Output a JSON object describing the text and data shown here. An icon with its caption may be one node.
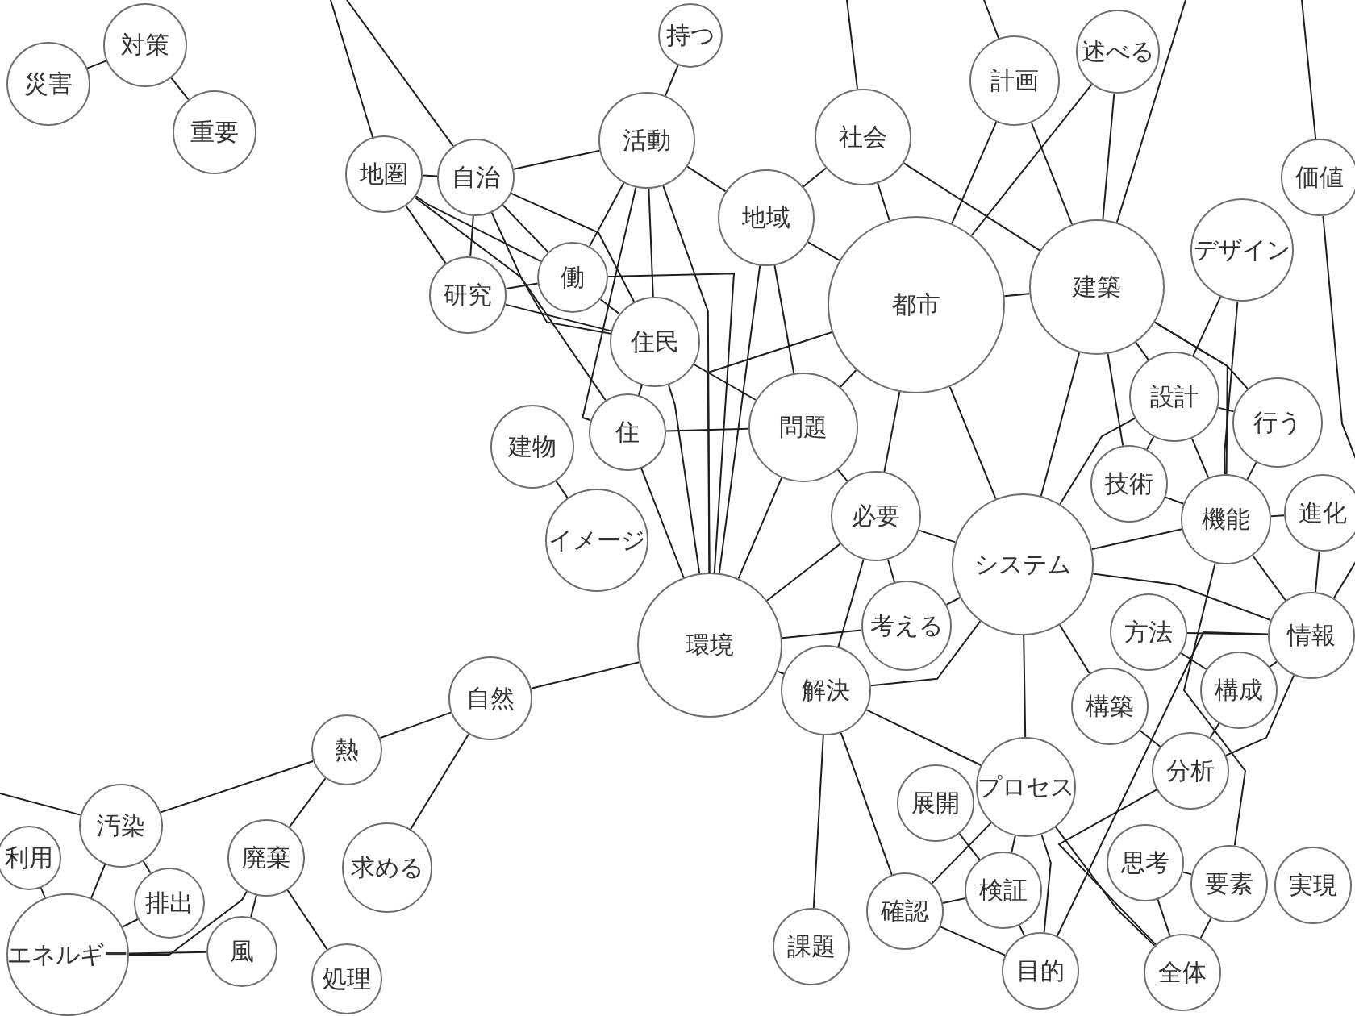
{
  "diagram": {
    "nodes": [
      {
        "text": [
          "対策"
        ]
      },
      {
        "text": [
          "災害"
        ]
      },
      {
        "text": [
          "重要"
        ]
      },
      {
        "text": [
          "持つ"
        ]
      },
      {
        "text": [
          "地圏"
        ]
      },
      {
        "text": [
          "自治"
        ]
      },
      {
        "text": [
          "活動"
        ]
      },
      {
        "text": [
          "社会"
        ]
      },
      {
        "text": [
          "地域"
        ]
      },
      {
        "text": [
          "計画"
        ]
      },
      {
        "text": [
          "述べる"
        ]
      },
      {
        "text": [
          "都市"
        ]
      },
      {
        "text": [
          "建築"
        ]
      },
      {
        "text": [
          "デザイン"
        ]
      },
      {
        "text": [
          "価値"
        ]
      },
      {
        "text": [
          "研究"
        ]
      },
      {
        "text": [
          "働"
        ]
      },
      {
        "text": [
          "住民"
        ]
      },
      {
        "text": [
          "住"
        ]
      },
      {
        "text": [
          "問題"
        ]
      },
      {
        "text": [
          "設計"
        ]
      },
      {
        "text": [
          "行う"
        ]
      },
      {
        "text": [
          "建物"
        ]
      },
      {
        "text": [
          "イメージ"
        ]
      },
      {
        "text": [
          "必要"
        ]
      },
      {
        "text": [
          "技術"
        ]
      },
      {
        "text": [
          "機能"
        ]
      },
      {
        "text": [
          "進化"
        ]
      },
      {
        "text": [
          "システム"
        ]
      },
      {
        "text": [
          "環境"
        ]
      },
      {
        "text": [
          "考える"
        ]
      },
      {
        "text": [
          "解決"
        ]
      },
      {
        "text": [
          "方法"
        ]
      },
      {
        "text": [
          "情報"
        ]
      },
      {
        "text": [
          "自然"
        ]
      },
      {
        "text": [
          "構築"
        ]
      },
      {
        "text": [
          "構成"
        ]
      },
      {
        "text": [
          "分析"
        ]
      },
      {
        "text": [
          "熱"
        ]
      },
      {
        "text": [
          "展開"
        ]
      },
      {
        "text": [
          "プロセス"
        ]
      },
      {
        "text": [
          "汚染"
        ]
      },
      {
        "text": [
          "廃棄"
        ]
      },
      {
        "text": [
          "求める"
        ]
      },
      {
        "text": [
          "思考"
        ]
      },
      {
        "text": [
          "検証"
        ]
      },
      {
        "text": [
          "要素"
        ]
      },
      {
        "text": [
          "実現"
        ]
      },
      {
        "text": [
          "利用"
        ]
      },
      {
        "text": [
          "排出"
        ]
      },
      {
        "text": [
          "風"
        ]
      },
      {
        "text": [
          "確認"
        ]
      },
      {
        "text": [
          "課題"
        ]
      },
      {
        "text": [
          "目的"
        ]
      },
      {
        "text": [
          "エネルギー"
        ]
      },
      {
        "text": [
          "処理"
        ]
      },
      {
        "text": [
          "全体"
        ]
      }
    ],
    "edges": [
      {
        "from": 0,
        "to": 1,
        "arrow": "none"
      },
      {
        "from": 0,
        "to": 2,
        "arrow": "none"
      },
      {
        "from": null,
        "to": 4,
        "arrow": "none"
      },
      {
        "from": null,
        "to": 5,
        "arrow": "none"
      },
      {
        "from": 4,
        "to": 5,
        "arrow": "none"
      },
      {
        "from": 4,
        "to": 15,
        "arrow": "none"
      },
      {
        "from": 4,
        "to": 16,
        "arrow": "none"
      },
      {
        "from": 4,
        "to": 17,
        "arrow": "none"
      },
      {
        "from": 5,
        "to": 6,
        "arrow": "none"
      },
      {
        "from": 5,
        "to": 15,
        "arrow": "none"
      },
      {
        "from": 5,
        "to": 16,
        "arrow": "none"
      },
      {
        "from": 5,
        "to": 17,
        "arrow": "none"
      },
      {
        "from": 5,
        "to": 18,
        "arrow": "none"
      },
      {
        "from": 6,
        "to": 3,
        "arrow": "none"
      },
      {
        "from": 6,
        "to": 16,
        "arrow": "none"
      },
      {
        "from": 6,
        "to": 17,
        "arrow": "none"
      },
      {
        "from": 6,
        "to": 18,
        "arrow": "none"
      },
      {
        "from": 6,
        "to": 29,
        "arrow": "none"
      },
      {
        "from": 6,
        "to": 8,
        "arrow": "none"
      },
      {
        "from": 15,
        "to": 16,
        "arrow": "none"
      },
      {
        "from": 15,
        "to": 17,
        "arrow": "none"
      },
      {
        "from": 16,
        "to": 17,
        "arrow": "none"
      },
      {
        "from": 16,
        "to": 29,
        "arrow": "none"
      },
      {
        "from": 17,
        "to": 19,
        "arrow": "none"
      },
      {
        "from": 17,
        "to": 29,
        "arrow": "none"
      },
      {
        "from": 17,
        "to": 18,
        "arrow": "none"
      },
      {
        "from": 18,
        "to": 19,
        "arrow": "none"
      },
      {
        "from": 18,
        "to": 29,
        "arrow": "none"
      },
      {
        "from": 8,
        "to": 7,
        "arrow": "none"
      },
      {
        "from": 8,
        "to": 11,
        "arrow": "none"
      },
      {
        "from": 8,
        "to": 19,
        "arrow": "none"
      },
      {
        "from": 8,
        "to": 29,
        "arrow": "none"
      },
      {
        "from": null,
        "to": 7,
        "arrow": "none"
      },
      {
        "from": null,
        "to": 9,
        "arrow": "none"
      },
      {
        "from": null,
        "to": 12,
        "arrow": "none"
      },
      {
        "from": null,
        "to": 14,
        "arrow": "none"
      },
      {
        "from": 7,
        "to": 11,
        "arrow": "none"
      },
      {
        "from": 7,
        "to": 12,
        "arrow": "none"
      },
      {
        "from": 11,
        "to": 9,
        "arrow": "none"
      },
      {
        "from": 11,
        "to": 10,
        "arrow": "none"
      },
      {
        "from": 11,
        "to": 12,
        "arrow": "none"
      },
      {
        "from": 11,
        "to": 19,
        "arrow": "none"
      },
      {
        "from": 11,
        "to": 24,
        "arrow": "none"
      },
      {
        "from": 11,
        "to": 28,
        "arrow": "none"
      },
      {
        "from": 11,
        "to": 29,
        "arrow": "none"
      },
      {
        "from": 12,
        "to": 9,
        "arrow": "none"
      },
      {
        "from": 12,
        "to": 10,
        "arrow": "none"
      },
      {
        "from": 12,
        "to": 20,
        "arrow": "none"
      },
      {
        "from": 12,
        "to": 21,
        "arrow": "none"
      },
      {
        "from": 12,
        "to": 26,
        "arrow": "none"
      },
      {
        "from": 12,
        "to": 28,
        "arrow": "none"
      },
      {
        "from": 12,
        "to": 25,
        "arrow": "none"
      },
      {
        "from": 13,
        "to": 20,
        "arrow": "none"
      },
      {
        "from": 13,
        "to": 26,
        "arrow": "none"
      },
      {
        "from": 14,
        "to": 33,
        "arrow": "none"
      },
      {
        "from": 20,
        "to": 21,
        "arrow": "none"
      },
      {
        "from": 20,
        "to": 26,
        "arrow": "none"
      },
      {
        "from": 20,
        "to": 25,
        "arrow": "none"
      },
      {
        "from": 20,
        "to": 28,
        "arrow": "none"
      },
      {
        "from": 21,
        "to": 26,
        "arrow": "none"
      },
      {
        "from": 26,
        "to": 27,
        "arrow": "none"
      },
      {
        "from": 26,
        "to": 25,
        "arrow": "none"
      },
      {
        "from": 26,
        "to": 28,
        "arrow": "none"
      },
      {
        "from": 26,
        "to": 33,
        "arrow": "none"
      },
      {
        "from": 26,
        "to": 46,
        "arrow": "none"
      },
      {
        "from": 27,
        "to": 33,
        "arrow": "none"
      },
      {
        "from": 28,
        "to": 24,
        "arrow": "none"
      },
      {
        "from": 28,
        "to": 30,
        "arrow": "none"
      },
      {
        "from": 28,
        "to": 31,
        "arrow": "none"
      },
      {
        "from": 28,
        "to": 40,
        "arrow": "none"
      },
      {
        "from": 28,
        "to": 35,
        "arrow": "none"
      },
      {
        "from": 28,
        "to": 33,
        "arrow": "none"
      },
      {
        "from": 29,
        "to": 31,
        "arrow": "none"
      },
      {
        "from": 29,
        "to": 24,
        "arrow": "none"
      },
      {
        "from": 29,
        "to": 30,
        "arrow": "none"
      },
      {
        "from": 29,
        "to": 34,
        "arrow": "none"
      },
      {
        "from": 29,
        "to": 19,
        "arrow": "none"
      },
      {
        "from": 24,
        "to": 30,
        "arrow": "none"
      },
      {
        "from": 24,
        "to": 19,
        "arrow": "none"
      },
      {
        "from": 24,
        "to": 31,
        "arrow": "none"
      },
      {
        "from": 31,
        "to": 40,
        "arrow": "none"
      },
      {
        "from": 31,
        "to": 52,
        "arrow": "none"
      },
      {
        "from": 31,
        "to": 51,
        "arrow": "none"
      },
      {
        "from": 32,
        "to": 33,
        "arrow": "none"
      },
      {
        "from": 32,
        "to": 36,
        "arrow": "none"
      },
      {
        "from": 33,
        "to": 37,
        "arrow": "none"
      },
      {
        "from": 33,
        "to": 36,
        "arrow": "none"
      },
      {
        "from": 33,
        "to": 53,
        "arrow": "none"
      },
      {
        "from": 34,
        "to": 38,
        "arrow": "none"
      },
      {
        "from": 34,
        "to": 43,
        "arrow": "none"
      },
      {
        "from": 38,
        "to": 41,
        "arrow": "none"
      },
      {
        "from": 38,
        "to": 42,
        "arrow": "none"
      },
      {
        "from": null,
        "to": 41,
        "arrow": "none"
      },
      {
        "from": 41,
        "to": 49,
        "arrow": "none"
      },
      {
        "from": 41,
        "to": 54,
        "arrow": "none"
      },
      {
        "from": 42,
        "to": 50,
        "arrow": "none"
      },
      {
        "from": 42,
        "to": 55,
        "arrow": "none"
      },
      {
        "from": 42,
        "to": 54,
        "arrow": "none"
      },
      {
        "from": 48,
        "to": 54,
        "arrow": "none"
      },
      {
        "from": 49,
        "to": 54,
        "arrow": "none"
      },
      {
        "from": 50,
        "to": 54,
        "arrow": "none"
      },
      {
        "from": 39,
        "to": 45,
        "arrow": "none"
      },
      {
        "from": 40,
        "to": 45,
        "arrow": "none"
      },
      {
        "from": 40,
        "to": 51,
        "arrow": "none"
      },
      {
        "from": 40,
        "to": 56,
        "arrow": "none"
      },
      {
        "from": 40,
        "to": 53,
        "arrow": "none"
      },
      {
        "from": 45,
        "to": 51,
        "arrow": "none"
      },
      {
        "from": 45,
        "to": 53,
        "arrow": "none"
      },
      {
        "from": 51,
        "to": 53,
        "arrow": "none"
      },
      {
        "from": 44,
        "to": 46,
        "arrow": "none"
      },
      {
        "from": 44,
        "to": 56,
        "arrow": "none"
      },
      {
        "from": 37,
        "to": 56,
        "arrow": "none"
      },
      {
        "from": 46,
        "to": 56,
        "arrow": "none"
      },
      {
        "from": 35,
        "to": 37,
        "arrow": "none"
      },
      {
        "from": 36,
        "to": 37,
        "arrow": "none"
      },
      {
        "from": 22,
        "to": 23,
        "arrow": "none"
      }
    ]
  }
}
